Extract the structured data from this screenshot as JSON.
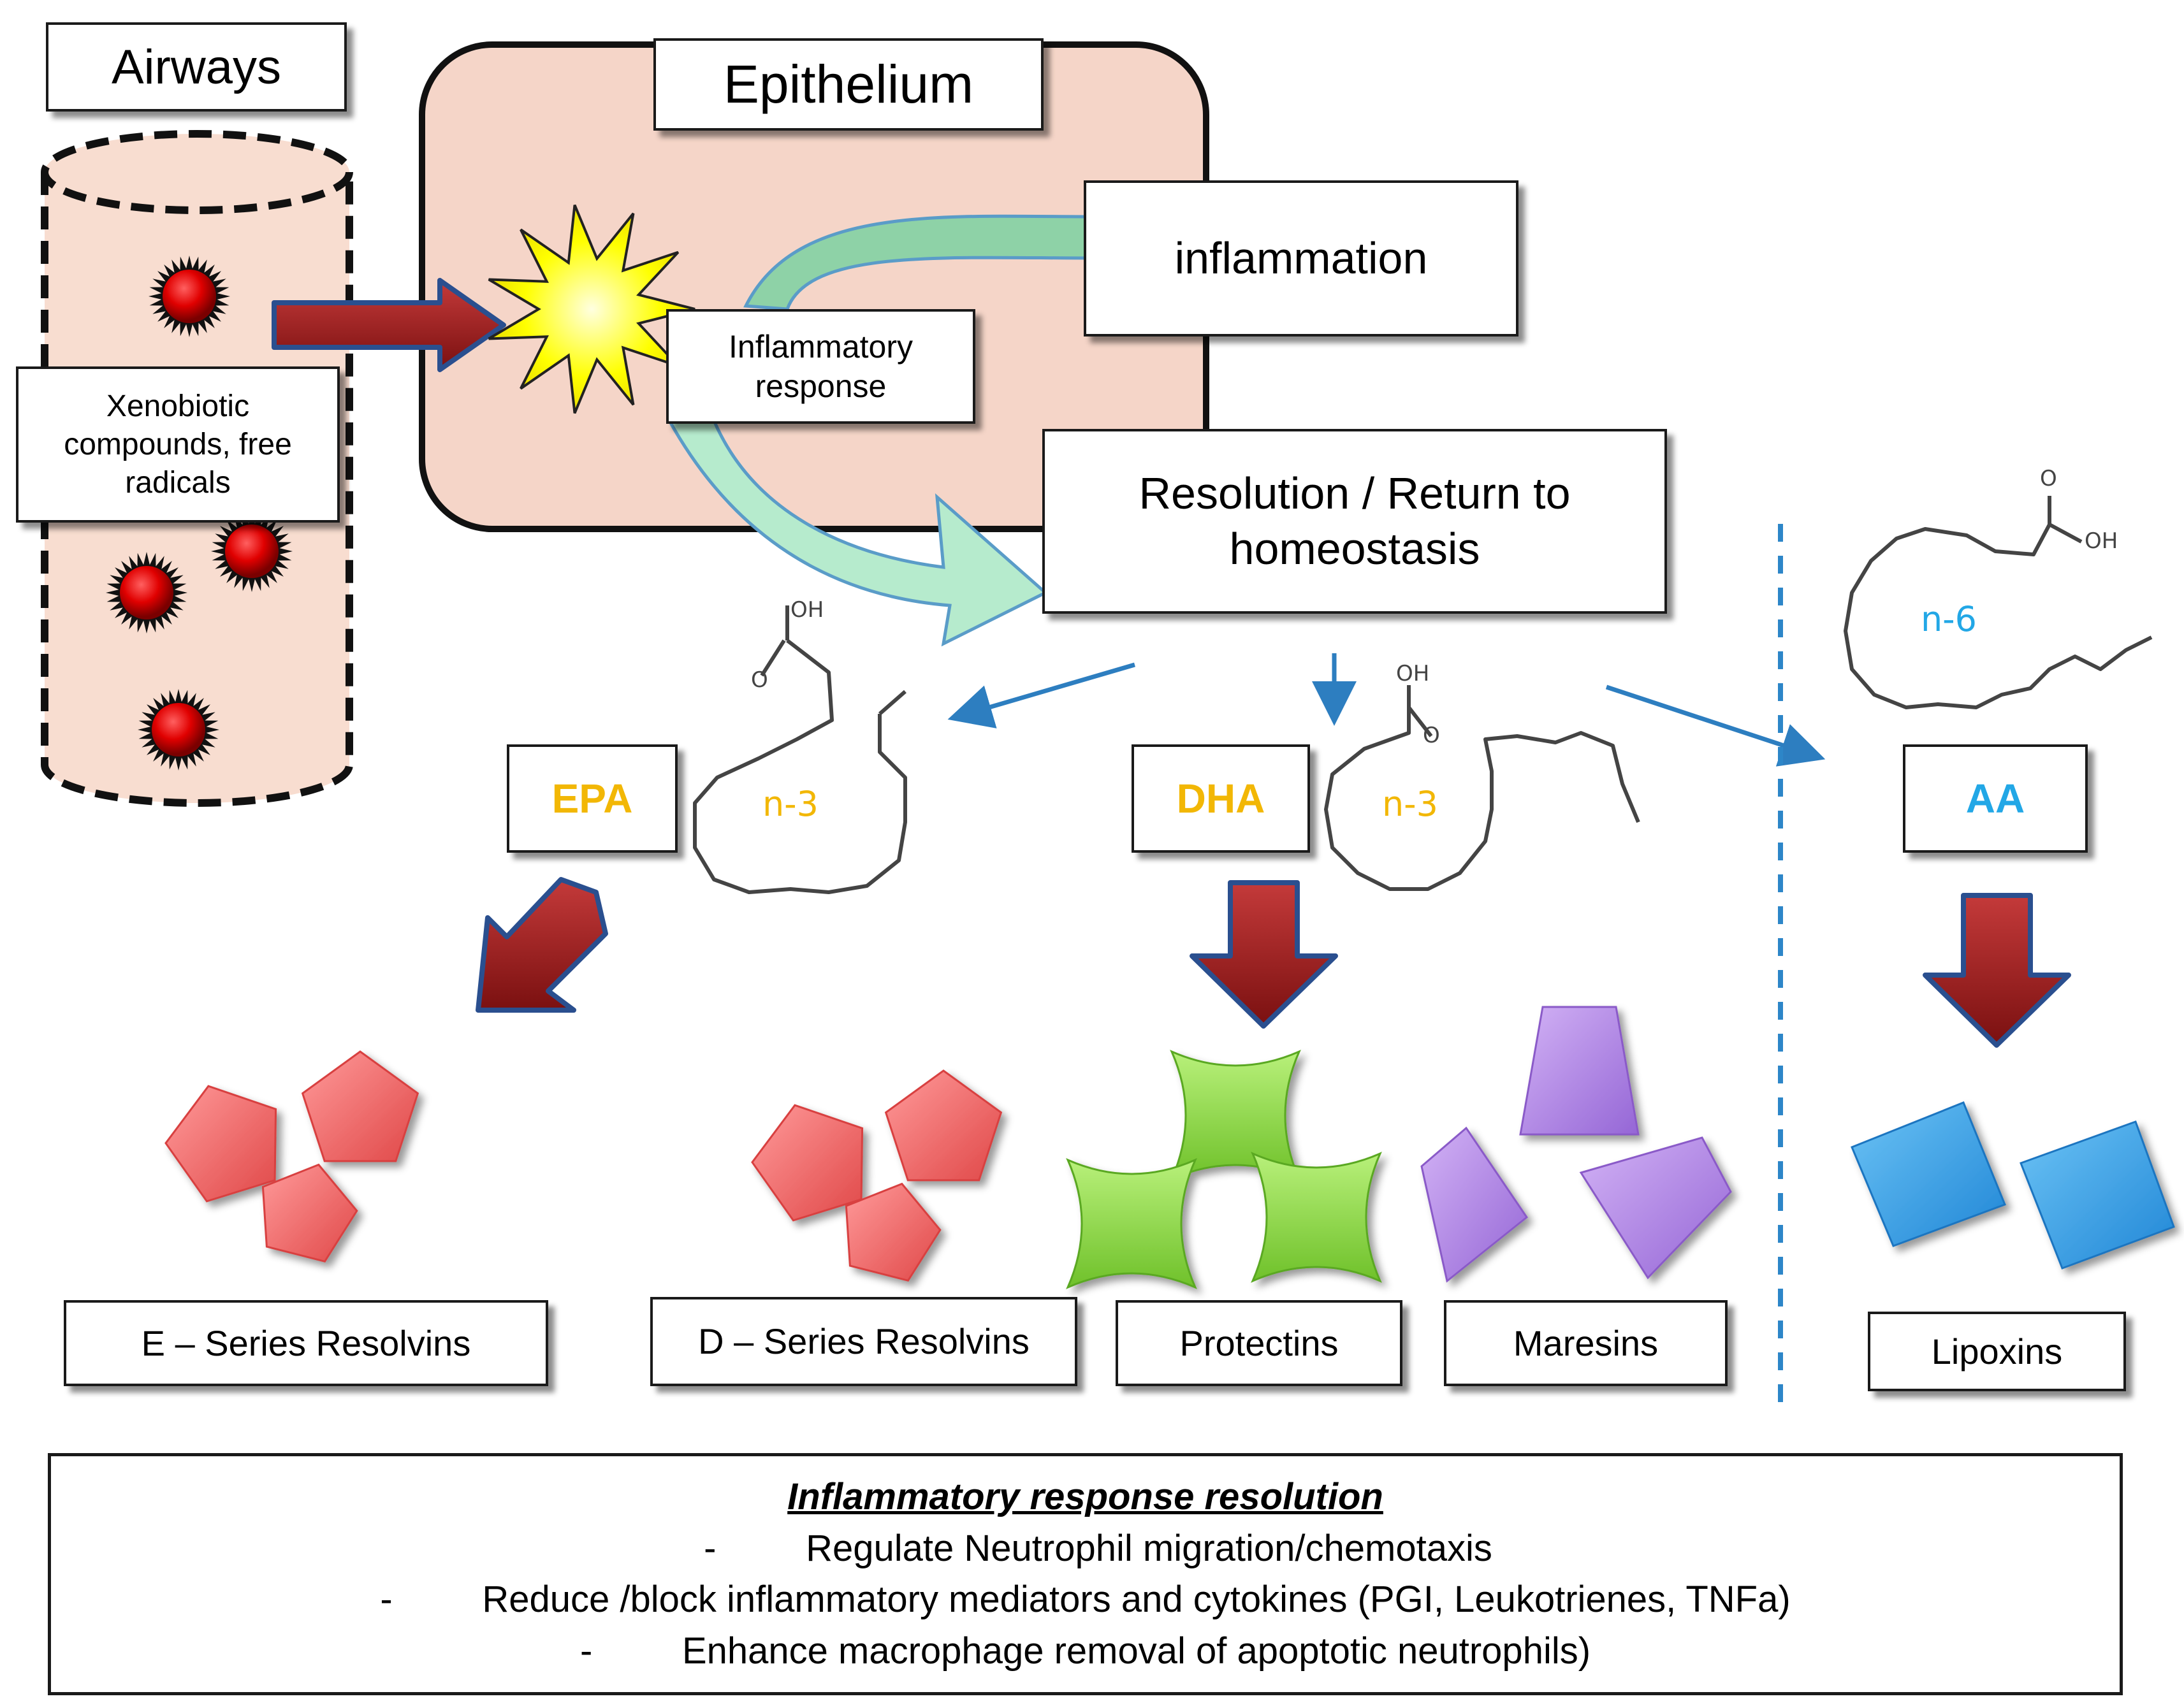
{
  "colors": {
    "cylinder_fill": "#f8ddd0",
    "epithelium_fill": "#f5d5c8",
    "red_arrow": "#9b1b1b",
    "arrow_outline": "#2a4f8f",
    "green_arrow": "#8ed2a7",
    "blue_arrow": "#2d7ec0",
    "orange_label": "#f2b705",
    "blue_label": "#22a7e6",
    "dashed_divider": "#2d86c8",
    "pentagon": "#f06767",
    "cross": "#8fdc4a",
    "trapezoid": "#b58ae6",
    "square": "#3aa3e8"
  },
  "airways": {
    "title": "Airways",
    "compounds_label": "Xenobiotic compounds, free radicals"
  },
  "epithelium": {
    "title": "Epithelium",
    "response_label": "Inflammatory response"
  },
  "inflammation": {
    "label": "inflammation"
  },
  "resolution": {
    "label": "Resolution / Return to homeostasis"
  },
  "fatty_acids": {
    "epa": {
      "label": "EPA",
      "family": "n-3"
    },
    "dha": {
      "label": "DHA",
      "family": "n-3"
    },
    "aa": {
      "label": "AA",
      "family": "n-6"
    }
  },
  "molecule_groups": {
    "oh": "OH",
    "o": "O"
  },
  "mediators": {
    "e_resolvins": "E – Series Resolvins",
    "d_resolvins": "D – Series Resolvins",
    "protectins": "Protectins",
    "maresins": "Maresins",
    "lipoxins": "Lipoxins"
  },
  "summary": {
    "title": "Inflammatory response resolution",
    "bullet": "-",
    "lines": [
      "Regulate Neutrophil migration/chemotaxis",
      "Reduce /block inflammatory mediators and cytokines (PGI, Leukotrienes, TNFa)",
      "Enhance macrophage removal of apoptotic neutrophils)"
    ]
  }
}
